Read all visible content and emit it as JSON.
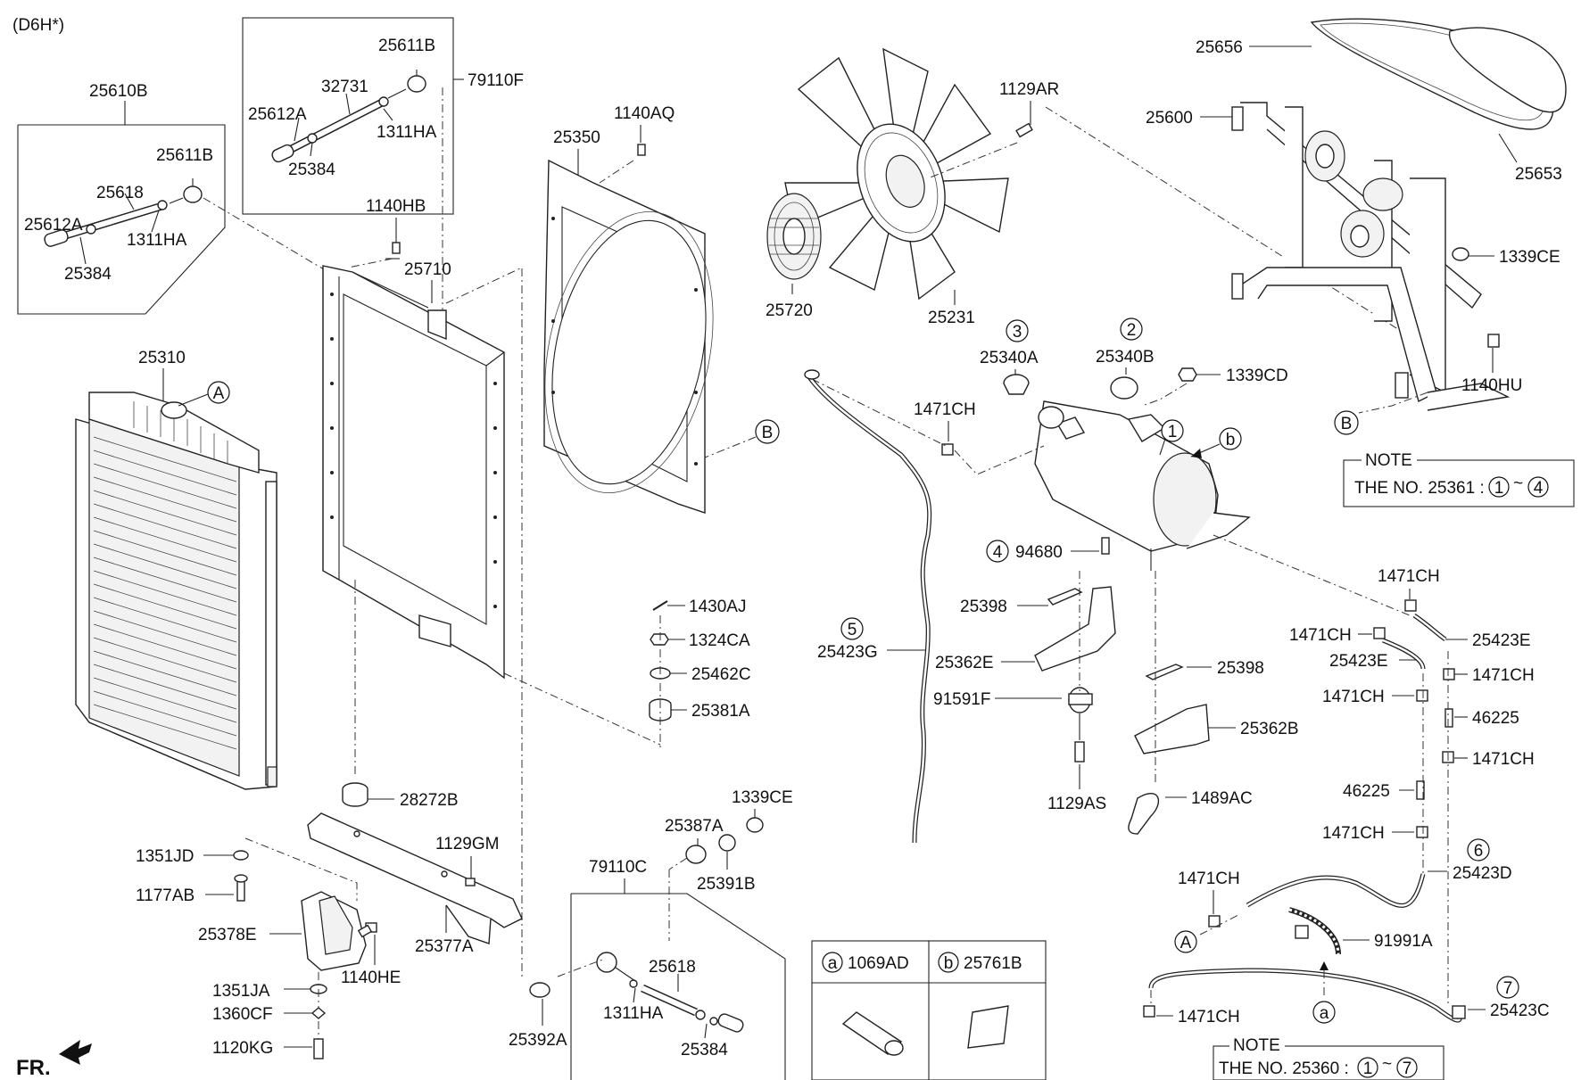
{
  "header": {
    "model_code": "(D6H*)"
  },
  "direction_label": "FR.",
  "callouts": {
    "p25610B": "25610B",
    "p25611B_a": "25611B",
    "p25618_a": "25618",
    "p25612A_a": "25612A",
    "p1311HA_a": "1311HA",
    "p25384_a": "25384",
    "p25611B_b": "25611B",
    "p32731": "32731",
    "p25612A_b": "25612A",
    "p1311HA_b": "1311HA",
    "p25384_b": "25384",
    "p79110F": "79110F",
    "p1140HB": "1140HB",
    "p25710": "25710",
    "p25310": "25310",
    "p1140AQ": "1140AQ",
    "p25350": "25350",
    "p1129AR": "1129AR",
    "p25720": "25720",
    "p25231": "25231",
    "p25656": "25656",
    "p25600": "25600",
    "p25653": "25653",
    "p1339CE_a": "1339CE",
    "p1140HU": "1140HU",
    "p25340A": "25340A",
    "p25340B": "25340B",
    "p1339CD": "1339CD",
    "p1471CH_a": "1471CH",
    "p94680": "94680",
    "p25398_a": "25398",
    "p25362E": "25362E",
    "p91591F": "91591F",
    "p1129AS": "1129AS",
    "p25398_b": "25398",
    "p25362B": "25362B",
    "p1489AC": "1489AC",
    "p25423G": "25423G",
    "p1430AJ": "1430AJ",
    "p1324CA": "1324CA",
    "p25462C": "25462C",
    "p25381A": "25381A",
    "p28272B": "28272B",
    "p1351JD": "1351JD",
    "p1129GM": "1129GM",
    "p1177AB": "1177AB",
    "p25378E": "25378E",
    "p25377A": "25377A",
    "p1140HE": "1140HE",
    "p1351JA": "1351JA",
    "p1360CF": "1360CF",
    "p1120KG": "1120KG",
    "p1339CE_b": "1339CE",
    "p25387A": "25387A",
    "p79110C": "79110C",
    "p25391B": "25391B",
    "p25618_b": "25618",
    "p1311HA_c": "1311HA",
    "p25384_c": "25384",
    "p25392A": "25392A",
    "p1471CH_b": "1471CH",
    "p1471CH_c": "1471CH",
    "p25423E_a": "25423E",
    "p25423E_b": "25423E",
    "p1471CH_d": "1471CH",
    "p1471CH_e": "1471CH",
    "p46225_a": "46225",
    "p1471CH_f": "1471CH",
    "p46225_b": "46225",
    "p1471CH_g": "1471CH",
    "p25423D": "25423D",
    "p1471CH_h": "1471CH",
    "p91991A": "91991A",
    "p1471CH_i": "1471CH",
    "p25423C": "25423C"
  },
  "markers": {
    "A": "A",
    "B": "B",
    "n1": "1",
    "n2": "2",
    "n3": "3",
    "n4": "4",
    "n5": "5",
    "n6": "6",
    "n7": "7",
    "a": "a",
    "b": "b"
  },
  "note_box_1": {
    "title": "NOTE",
    "text": "THE NO. 25361 :",
    "range_from": "1",
    "tilde": "~",
    "range_to": "4"
  },
  "note_box_2": {
    "title": "NOTE",
    "text": "THE NO. 25360 :",
    "range_from": "1",
    "tilde": "~",
    "range_to": "7"
  },
  "legend": {
    "a_symbol": "a",
    "a_part": "1069AD",
    "b_symbol": "b",
    "b_part": "25761B"
  }
}
